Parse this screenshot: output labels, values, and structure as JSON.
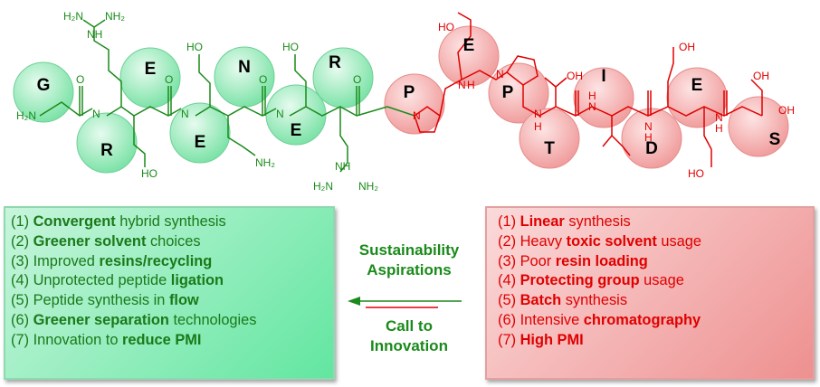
{
  "residues": {
    "green": [
      {
        "id": "g1",
        "letter": "G"
      },
      {
        "id": "r2",
        "letter": "R"
      },
      {
        "id": "e3",
        "letter": "E"
      },
      {
        "id": "e4",
        "letter": "E"
      },
      {
        "id": "n5",
        "letter": "N"
      },
      {
        "id": "e6",
        "letter": "E"
      },
      {
        "id": "r7",
        "letter": "R"
      }
    ],
    "red": [
      {
        "id": "p8",
        "letter": "P"
      },
      {
        "id": "e9",
        "letter": "E"
      },
      {
        "id": "p10",
        "letter": "P"
      },
      {
        "id": "t11",
        "letter": "T"
      },
      {
        "id": "i12",
        "letter": "I"
      },
      {
        "id": "d13",
        "letter": "D"
      },
      {
        "id": "e14",
        "letter": "E"
      },
      {
        "id": "s15",
        "letter": "S"
      }
    ]
  },
  "chem_labels": {
    "h2n_terminal": "H₂N",
    "guanidine_top_nh": "NH",
    "guanidine_top_nh2": "NH₂",
    "guanidine_top_h2n": "H₂N",
    "guanidine_bottom_nh": "NH",
    "guanidine_bottom_nh2": "NH₂",
    "guanidine_bottom_h2n": "H₂N",
    "amide_n": "N",
    "amide_h": "H",
    "carbonyl_o": "O",
    "hydroxyl_oh": "OH",
    "acid_ho": "HO",
    "amide_nh2": "NH₂"
  },
  "green_panel": {
    "items": [
      {
        "num": "(1) ",
        "pre": "",
        "bold": "Convergent",
        "post": " hybrid synthesis"
      },
      {
        "num": "(2) ",
        "pre": "",
        "bold": "Greener solvent",
        "post": " choices"
      },
      {
        "num": "(3) ",
        "pre": "Improved ",
        "bold": "resins/recycling",
        "post": ""
      },
      {
        "num": "(4) ",
        "pre": "Unprotected peptide ",
        "bold": "ligation",
        "post": ""
      },
      {
        "num": "(5) ",
        "pre": "Peptide synthesis in ",
        "bold": "flow",
        "post": ""
      },
      {
        "num": "(6) ",
        "pre": "",
        "bold": "Greener separation",
        "post": " technologies"
      },
      {
        "num": "(7) ",
        "pre": "Innovation to ",
        "bold": "reduce PMI",
        "post": ""
      }
    ]
  },
  "red_panel": {
    "items": [
      {
        "num": "(1) ",
        "pre": "",
        "bold": "Linear",
        "post": " synthesis"
      },
      {
        "num": "(2) ",
        "pre": "Heavy ",
        "bold": "toxic solvent",
        "post": " usage"
      },
      {
        "num": "(3) ",
        "pre": "Poor ",
        "bold": "resin loading",
        "post": ""
      },
      {
        "num": "(4) ",
        "pre": "",
        "bold": "Protecting group",
        "post": " usage"
      },
      {
        "num": "(5) ",
        "pre": "",
        "bold": "Batch",
        "post": " synthesis"
      },
      {
        "num": "(6) ",
        "pre": "Intensive ",
        "bold": "chromatography",
        "post": ""
      },
      {
        "num": "(7) ",
        "pre": "",
        "bold": "High PMI",
        "post": ""
      }
    ]
  },
  "middle": {
    "aspirations": [
      "Sustainability",
      "Aspirations"
    ],
    "innovation": [
      "Call to",
      "Innovation"
    ]
  },
  "colors": {
    "green": "#1a8a1a",
    "green_bubble": "#8ee8b4",
    "red": "#e00000",
    "red_bubble": "#f4a8a8"
  }
}
